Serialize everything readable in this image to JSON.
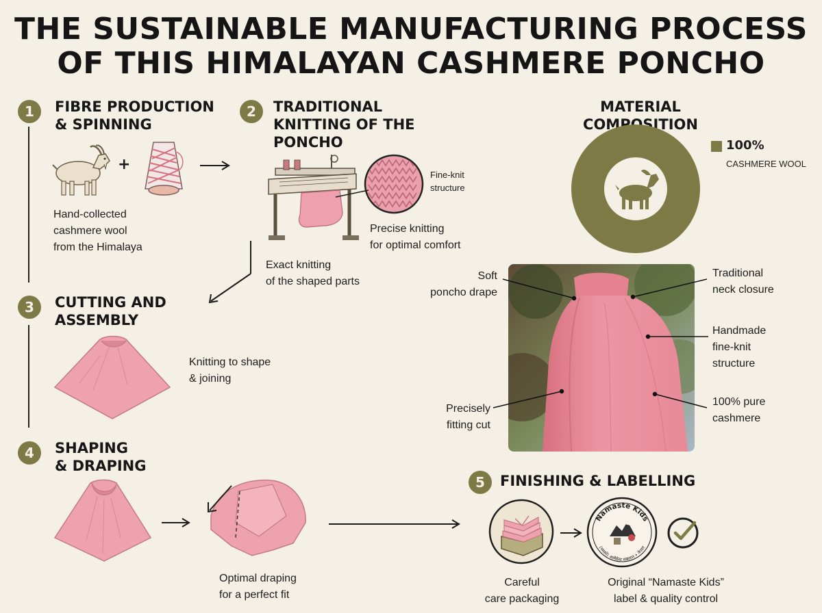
{
  "title": {
    "line1": "THE SUSTAINABLE MANUFACTURING PROCESS",
    "line2": "OF THIS HIMALAYAN CASHMERE PONCHO"
  },
  "steps": [
    {
      "number": "1",
      "title": "FIBRE PRODUCTION\n& SPINNING",
      "caption": "Hand-collected\ncashmere wool\nfrom the Himalaya"
    },
    {
      "number": "2",
      "title": "TRADITIONAL\nKNITTING OF THE\nPONCHO",
      "caption": "Exact knitting\nof the shaped parts",
      "detail_caption": "Precise knitting\nfor optimal comfort",
      "detail_label": "Fine-knit\nstructure"
    },
    {
      "number": "3",
      "title": "CUTTING AND\nASSEMBLY",
      "caption": "Knitting to shape\n& joining"
    },
    {
      "number": "4",
      "title": "SHAPING\n& DRAPING",
      "caption": "Optimal draping\nfor a perfect fit"
    },
    {
      "number": "5",
      "title": "FINISHING & LABELLING",
      "caption_packaging": "Careful\ncare packaging",
      "caption_label": "Original “Namaste Kids”\nlabel & quality control"
    }
  ],
  "plus_sign": "+",
  "composition": {
    "heading": "MATERIAL COMPOSITION",
    "percent": "100%",
    "material": "CASHMERE WOOL",
    "value": 100
  },
  "photo_callouts": {
    "soft_drape": "Soft\nponcho drape",
    "neck": "Traditional\nneck closure",
    "handmade": "Handmade\nfine-knit\nstructure",
    "cut": "Precisely\nfitting cut",
    "pure": "100% pure\ncashmere"
  },
  "badge": {
    "top_text": "Namaste Kids",
    "bottom_text": "(नमस्ते) आमैग्रेस्ट सबलान • नेपाल"
  },
  "colors": {
    "accent": "#7d7a46",
    "background": "#f4f0e6",
    "poncho": "#e89aa6",
    "poncho_shade": "#d97f8e",
    "text": "#1c1c1c"
  }
}
